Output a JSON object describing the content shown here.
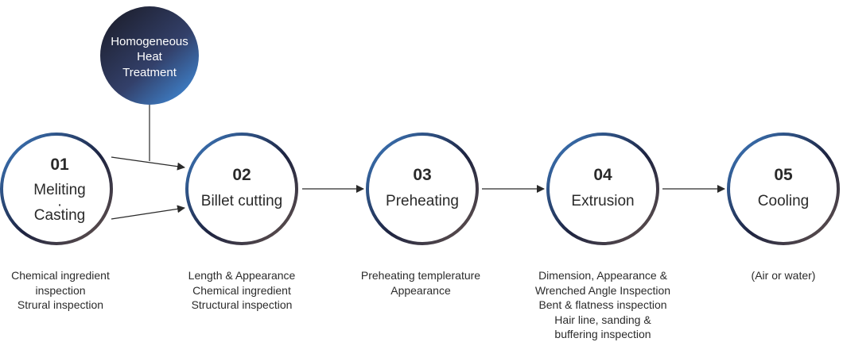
{
  "process": {
    "top_node": {
      "lines": [
        "Homogeneous",
        "Heat",
        "Treatment"
      ]
    },
    "steps": [
      {
        "number": "01",
        "label_lines": [
          "Meliting",
          "·",
          "Casting"
        ],
        "caption_lines": [
          "Chemical ingredient",
          "inspection",
          "Strural inspection"
        ]
      },
      {
        "number": "02",
        "label_lines": [
          "Billet cutting"
        ],
        "caption_lines": [
          "Length & Appearance",
          "Chemical ingredient",
          "Structural inspection"
        ]
      },
      {
        "number": "03",
        "label_lines": [
          "Preheating"
        ],
        "caption_lines": [
          "Preheating templerature",
          "Appearance"
        ]
      },
      {
        "number": "04",
        "label_lines": [
          "Extrusion"
        ],
        "caption_lines": [
          "Dimension, Appearance &",
          "Wrenched Angle Inspection",
          "Bent & flatness inspection",
          "Hair line, sanding &",
          "buffering inspection"
        ]
      },
      {
        "number": "05",
        "label_lines": [
          "Cooling"
        ],
        "caption_lines": [
          "(Air or water)"
        ]
      }
    ]
  },
  "colors": {
    "ring_start": "#3f7fc6",
    "ring_mid": "#1d2340",
    "ring_end": "#6a574f",
    "top_fill_start": "#1f2233",
    "top_fill_mid": "#33406a",
    "top_fill_end": "#3f86d2",
    "connector": "#2a2a2a"
  }
}
